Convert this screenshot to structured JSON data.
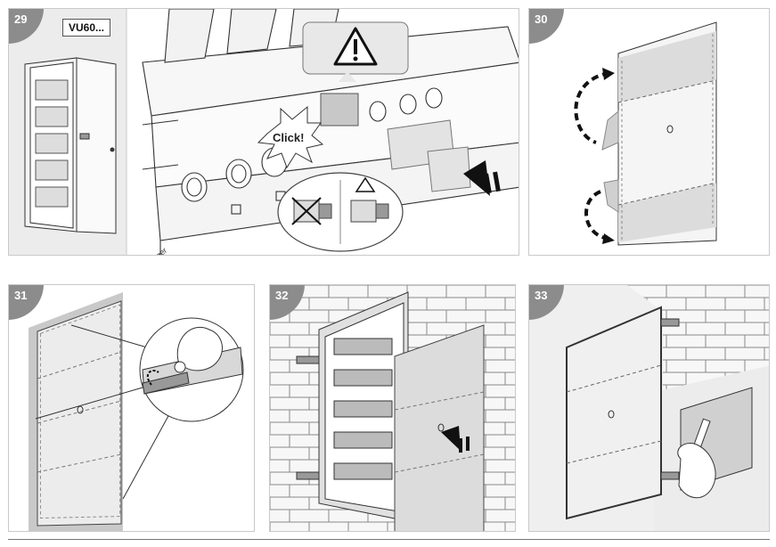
{
  "steps": [
    {
      "number": "29",
      "label": "VU60...",
      "callout": "Click!"
    },
    {
      "number": "30"
    },
    {
      "number": "31"
    },
    {
      "number": "32"
    },
    {
      "number": "33"
    }
  ],
  "colors": {
    "badge": "#8c8c8c",
    "panel_gray": "#e6e6e6",
    "line": "#333333",
    "brick": "#d9d9d9"
  },
  "icons": [
    "warning-icon",
    "push-arrow-icon",
    "rotate-arrow-icon",
    "trowel-icon",
    "hand-icon"
  ]
}
